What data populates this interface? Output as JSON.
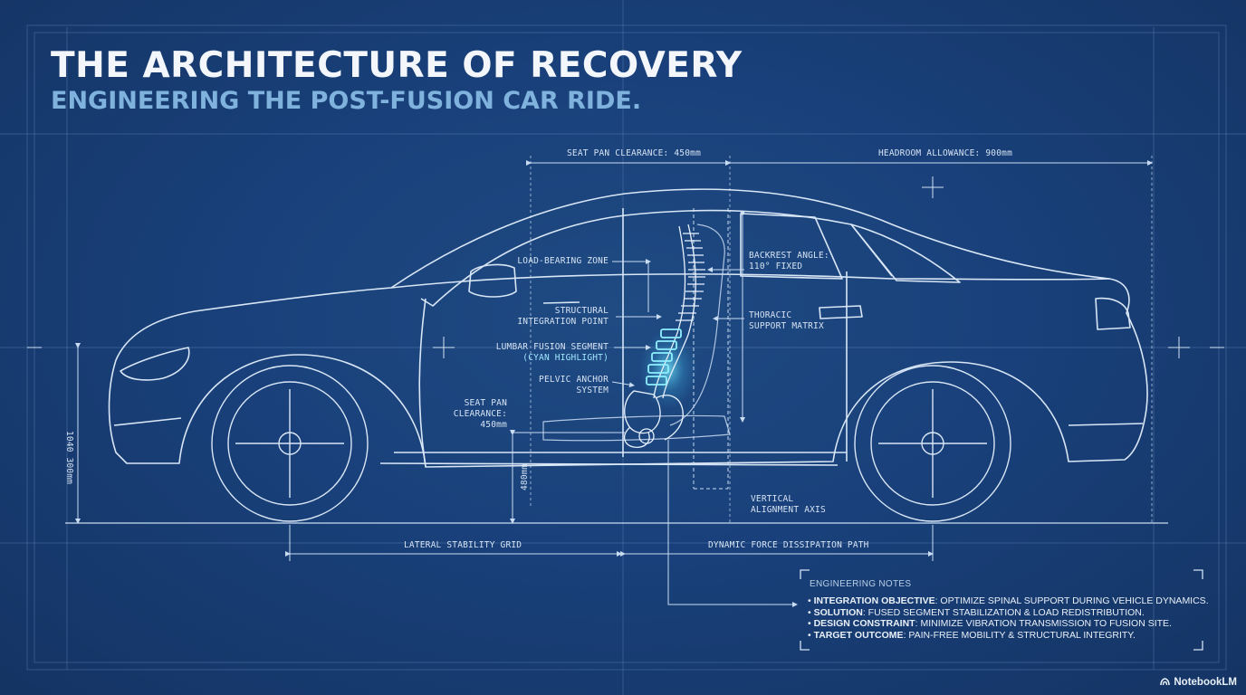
{
  "header": {
    "title": "THE ARCHITECTURE OF RECOVERY",
    "subtitle": "ENGINEERING THE POST-FUSION CAR RIDE."
  },
  "dimensions": {
    "seat_pan_clearance_top": "SEAT PAN CLEARANCE: 450mm",
    "headroom_allowance": "HEADROOM ALLOWANCE: 900mm",
    "left_height": "1040 300mm",
    "seat_height": "480mm",
    "lateral_stability_grid": "LATERAL STABILITY GRID",
    "dynamic_force_path": "DYNAMIC FORCE DISSIPATION PATH"
  },
  "callouts": {
    "load_bearing_zone": "LOAD-BEARING ZONE",
    "structural_integration_1": "STRUCTURAL",
    "structural_integration_2": "INTEGRATION POINT",
    "lumbar_fusion_1": "LUMBAR FUSION SEGMENT",
    "lumbar_fusion_2": "(CYAN HIGHLIGHT)",
    "pelvic_anchor_1": "PELVIC ANCHOR",
    "pelvic_anchor_2": "SYSTEM",
    "seat_pan_1": "SEAT PAN",
    "seat_pan_2": "CLEARANCE:",
    "seat_pan_3": "450mm",
    "backrest_1": "BACKREST ANGLE:",
    "backrest_2": "110° FIXED",
    "thoracic_1": "THORACIC",
    "thoracic_2": "SUPPORT MATRIX",
    "vertical_1": "VERTICAL",
    "vertical_2": "ALIGNMENT AXIS"
  },
  "notes": {
    "heading": "ENGINEERING NOTES",
    "items": [
      {
        "key": "INTEGRATION OBJECTIVE",
        "text": ": OPTIMIZE SPINAL SUPPORT DURING VEHICLE DYNAMICS."
      },
      {
        "key": "SOLUTION",
        "text": ": FUSED SEGMENT STABILIZATION & LOAD REDISTRIBUTION."
      },
      {
        "key": "DESIGN CONSTRAINT",
        "text": ": MINIMIZE VIBRATION TRANSMISSION TO FUSION SITE."
      },
      {
        "key": "TARGET OUTCOME",
        "text": ": PAIN-FREE MOBILITY & STRUCTURAL INTEGRITY."
      }
    ]
  },
  "brand": {
    "label": "NotebookLM"
  },
  "colors": {
    "background": "#173a6b",
    "line": "#c9dcf2",
    "highlight": "#5fe3ff",
    "subtitle": "#7fb2dc"
  }
}
